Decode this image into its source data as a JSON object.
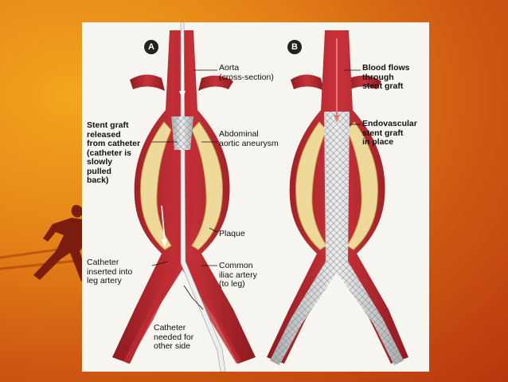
{
  "panel_a": {
    "badge": "A",
    "labels": {
      "aorta": "Aorta\n(cross-section)",
      "stent_released": "Stent graft\nreleased\nfrom catheter\n(catheter is\nslowly\npulled\nback)",
      "aneurysm": "Abdominal\naortic aneurysm",
      "plaque": "Plaque",
      "catheter_inserted": "Catheter\ninserted into\nleg artery",
      "iliac": "Common\niliac artery\n(to leg)",
      "catheter_other": "Catheter\nneeded for\nother side"
    }
  },
  "panel_b": {
    "badge": "B",
    "labels": {
      "blood_flows": "Blood flows\nthrough\nstent graft",
      "endovascular": "Endovascular\nstent graft\nin place"
    }
  },
  "colors": {
    "artery": "#b8232b",
    "artery_dark": "#8e1a20",
    "plaque": "#efd99a",
    "stent": "#d9dadb"
  }
}
